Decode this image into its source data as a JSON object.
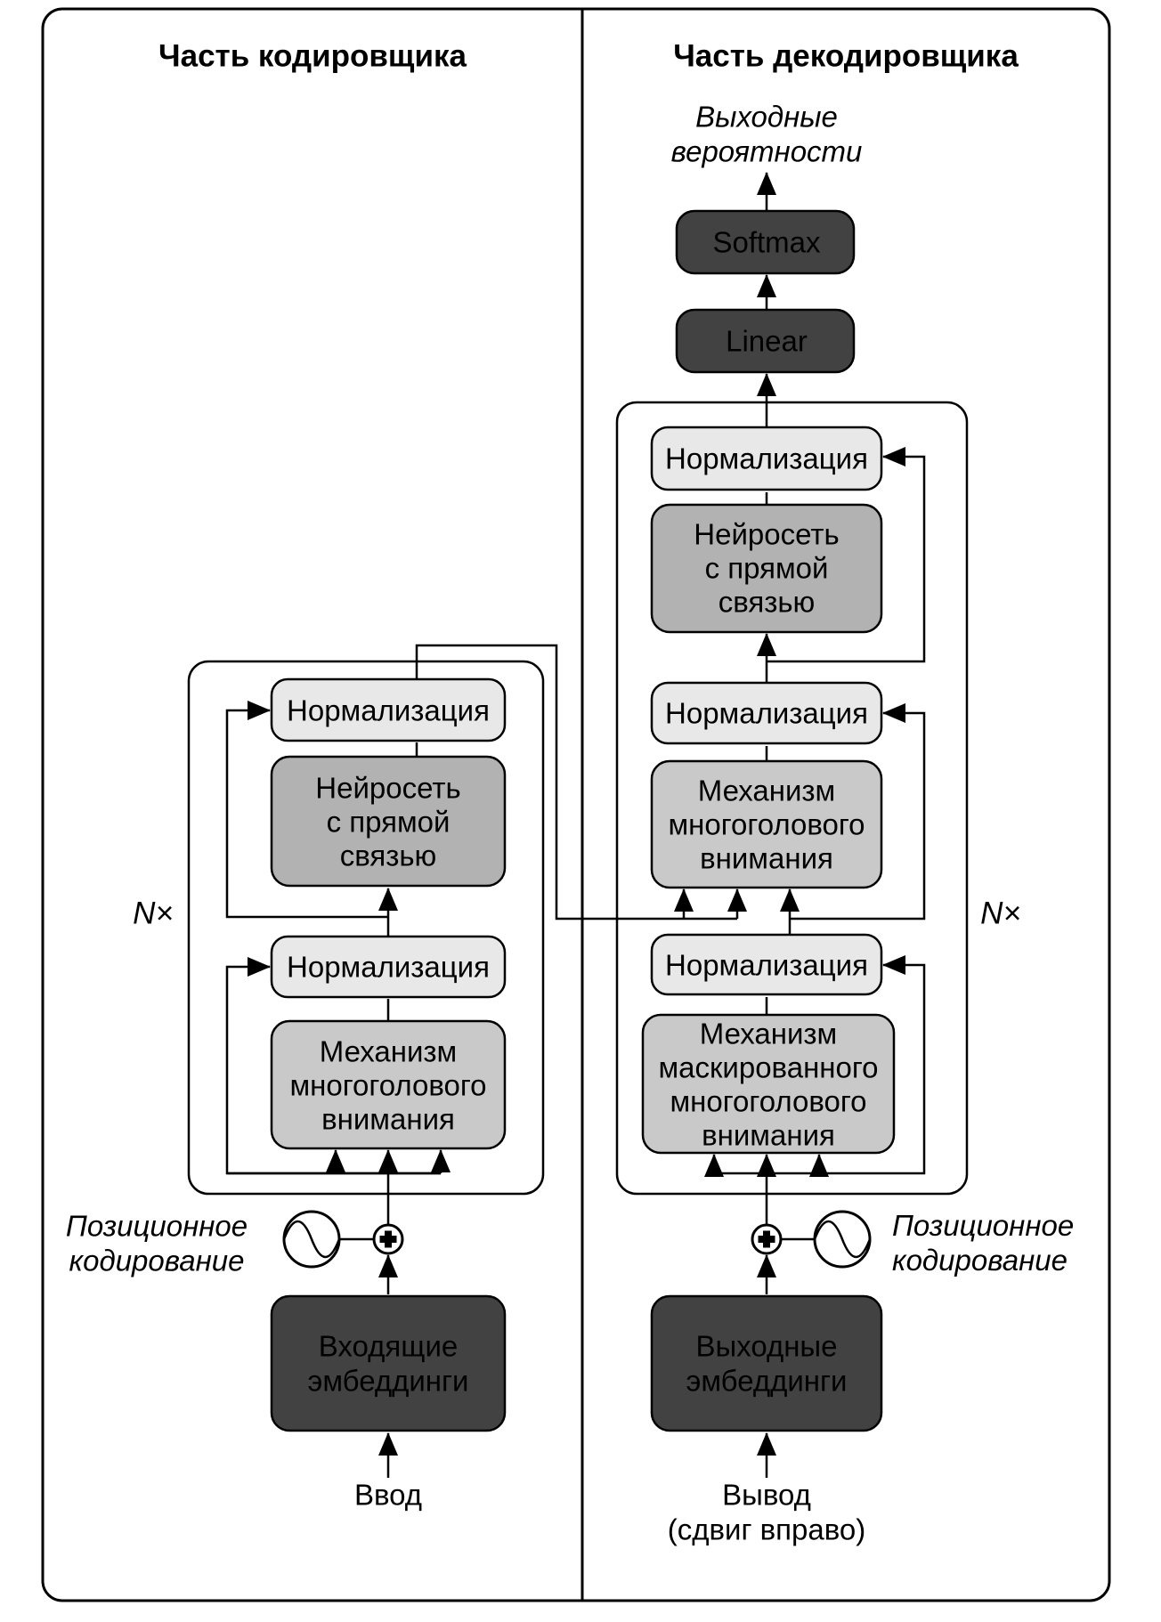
{
  "titles": {
    "encoder": "Часть кодировщика",
    "decoder": "Часть декодировщика"
  },
  "colors": {
    "background": "#ffffff",
    "dark_box": "#424242",
    "dark_box_text": "#ffffff",
    "ffn_box": "#b2b2b2",
    "attention_box": "#c9c9c9",
    "norm_box": "#e8e8e8",
    "line": "#000000"
  },
  "encoder": {
    "n_label": "N×",
    "positional_label": {
      "line1": "Позиционное",
      "line2": "кодирование"
    },
    "norm_top": "Нормализация",
    "ffn": {
      "line1": "Нейросеть",
      "line2": "с прямой",
      "line3": "связью"
    },
    "norm_bottom": "Нормализация",
    "attention": {
      "line1": "Механизм",
      "line2": "многоголового",
      "line3": "внимания"
    },
    "embeddings": {
      "line1": "Входящие",
      "line2": "эмбеддинги"
    },
    "input_label": "Ввод"
  },
  "decoder": {
    "n_label": "N×",
    "output_probabilities": {
      "line1": "Выходные",
      "line2": "вероятности"
    },
    "softmax": "Softmax",
    "linear": "Linear",
    "norm_top": "Нормализация",
    "ffn": {
      "line1": "Нейросеть",
      "line2": "с прямой",
      "line3": "связью"
    },
    "norm_middle": "Нормализация",
    "cross_attention": {
      "line1": "Механизм",
      "line2": "многоголового",
      "line3": "внимания"
    },
    "norm_bottom": "Нормализация",
    "masked_attention": {
      "line1": "Механизм",
      "line2": "маскированного",
      "line3": "многоголового",
      "line4": "внимания"
    },
    "positional_label": {
      "line1": "Позиционное",
      "line2": "кодирование"
    },
    "embeddings": {
      "line1": "Выходные",
      "line2": "эмбеддинги"
    },
    "output_label": {
      "line1": "Вывод",
      "line2": "(сдвиг вправо)"
    }
  }
}
